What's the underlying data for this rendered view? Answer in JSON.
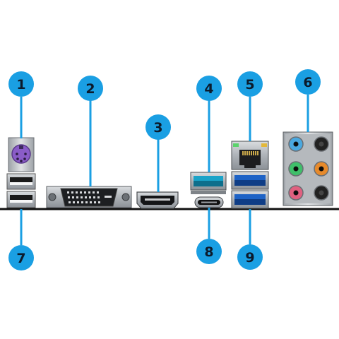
{
  "diagram": {
    "colors": {
      "marker": "#1a9fe3",
      "marker_text": "#0b1a2b",
      "leader": "#1a9fe3",
      "panel_line": "#111111",
      "usb3_blue": "#1e63c6",
      "usb31_teal": "#1aa3c8",
      "ps2_purple": "#8a5cc7",
      "audio_blue": "#4aa8df",
      "audio_green": "#3fbf6a",
      "audio_pink": "#e0607f",
      "audio_orange": "#e78a2b",
      "audio_black": "#222222"
    },
    "markers": [
      {
        "label": "1",
        "connector": "ps2-port"
      },
      {
        "label": "2",
        "connector": "dvi-port"
      },
      {
        "label": "3",
        "connector": "hdmi-port"
      },
      {
        "label": "4",
        "connector": "usb-3-1-stack"
      },
      {
        "label": "5",
        "connector": "lan-port"
      },
      {
        "label": "6",
        "connector": "audio-jacks"
      },
      {
        "label": "7",
        "connector": "usb-2-stack"
      },
      {
        "label": "8",
        "connector": "usb-type-c-port"
      },
      {
        "label": "9",
        "connector": "usb-3-2-stack"
      }
    ]
  }
}
